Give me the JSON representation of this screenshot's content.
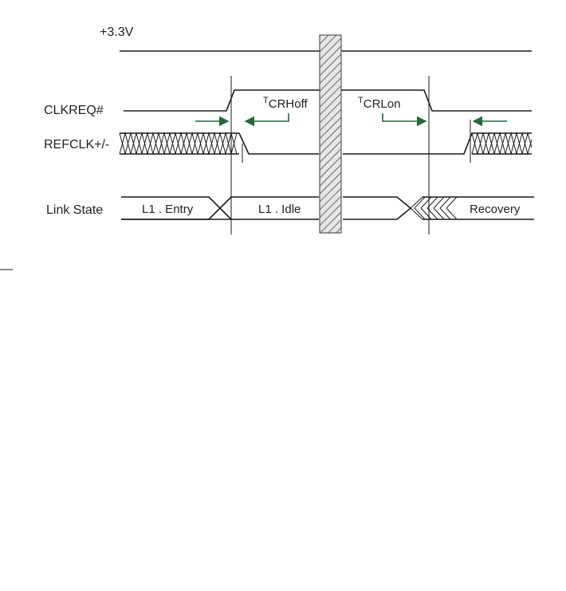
{
  "signals": {
    "supply": "+3.3V",
    "clkreq": "CLKREQ#",
    "refclk": "REFCLK+/-",
    "link_state": "Link State"
  },
  "states": {
    "entry": "L1 . Entry",
    "idle": "L1 . Idle",
    "recovery": "Recovery"
  },
  "timings": {
    "off": {
      "prefix": "T",
      "sub": "CRHoff"
    },
    "on": {
      "prefix": "T",
      "sub": "CRLon"
    }
  },
  "colors": {
    "line": "#1a1a1a",
    "arrow": "#1f6b32",
    "break_hatch": "#555555",
    "break_fill": "#d9d9d9"
  }
}
